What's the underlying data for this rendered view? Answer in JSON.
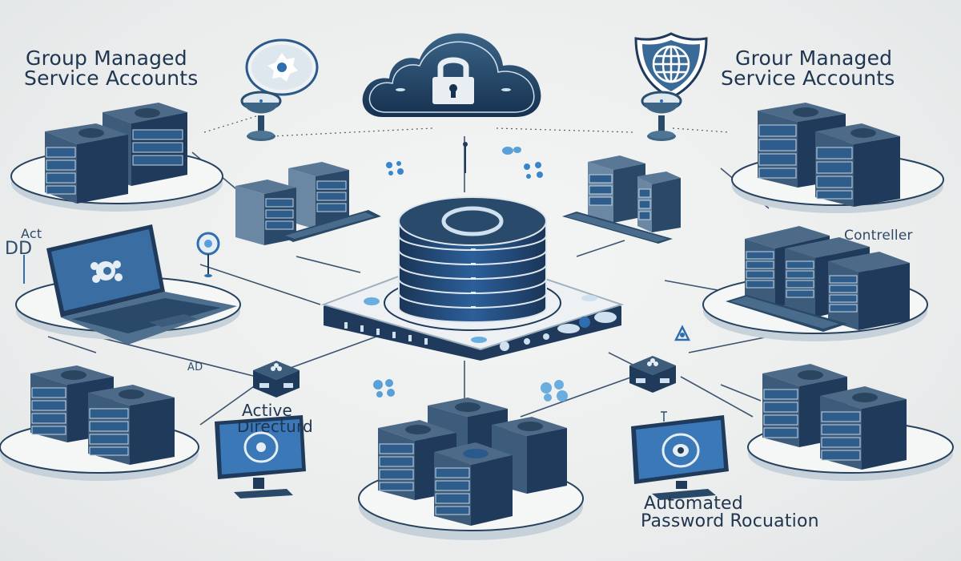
{
  "diagram": {
    "title_left": {
      "line1": "Group Managed",
      "line2": "Service Accounts"
    },
    "title_right": {
      "line1": "Grour Managed",
      "line2": "Service Accounts"
    },
    "labels": {
      "act_dd_line1": "Act",
      "act_dd_line2": "DD",
      "controller": "Contreller",
      "ad_small": "AD",
      "active_directory_line1": "Active",
      "active_directory_line2": "Directurd",
      "automated_line1": "Automated",
      "automated_line2": "Password Rocuation"
    },
    "icons": [
      "cloud-lock-icon",
      "shield-globe-icon",
      "gear-badge-icon",
      "satellite-dish-icon",
      "database-stack-icon",
      "server-rack-icon",
      "laptop-icon",
      "monitor-icon",
      "keyboard-icon",
      "network-switch-icon"
    ],
    "colors": {
      "background": "#eceeee",
      "navy": "#1f3a5a",
      "steel_blue": "#3f5f80",
      "accent_blue": "#2f6fb0",
      "light_blue": "#5aa0d8",
      "platform": "#f5f6f6",
      "platform_edge": "#9fb0bf",
      "text": "#1f3550"
    },
    "nodes": [
      {
        "id": "top-left-servers",
        "kind": "server-pair"
      },
      {
        "id": "top-right-servers",
        "kind": "server-pair"
      },
      {
        "id": "left-laptop",
        "kind": "laptop"
      },
      {
        "id": "right-controller",
        "kind": "server-triple-keyboard"
      },
      {
        "id": "bottom-left-servers",
        "kind": "server-pair"
      },
      {
        "id": "bottom-right-servers",
        "kind": "server-pair"
      },
      {
        "id": "bottom-center-servers",
        "kind": "server-quad"
      },
      {
        "id": "center-hub",
        "kind": "database-stack"
      },
      {
        "id": "cloud",
        "kind": "cloud-lock"
      },
      {
        "id": "left-monitor",
        "kind": "monitor"
      },
      {
        "id": "right-monitor",
        "kind": "monitor"
      }
    ]
  }
}
